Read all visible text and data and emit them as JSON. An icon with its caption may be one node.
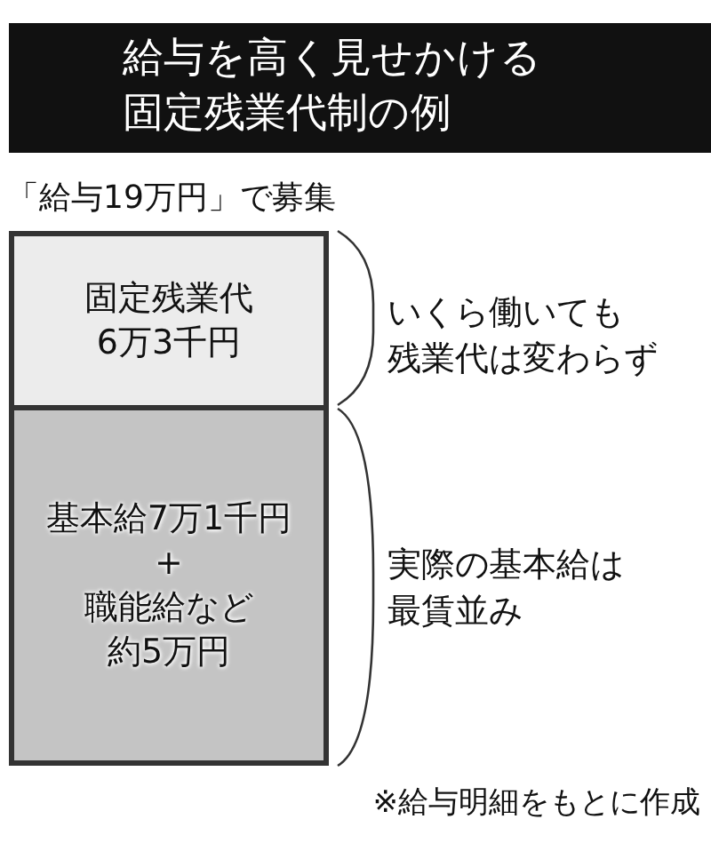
{
  "diagram": {
    "title": "給与を高く見せかける固定残業代制の例",
    "nodes": [
      {
        "text": [
          "固定残業代6万3千円"
        ],
        "beside": [
          "いくら働いても残業代は変わらず"
        ]
      },
      {
        "text": [
          "基本給7万1千円+職能給など約5万円"
        ],
        "beside": [
          "実際の基本給は最賃並み"
        ]
      }
    ],
    "labels": [
      "「給与19万円」で募集",
      "※給与明細をもとに作成"
    ]
  }
}
